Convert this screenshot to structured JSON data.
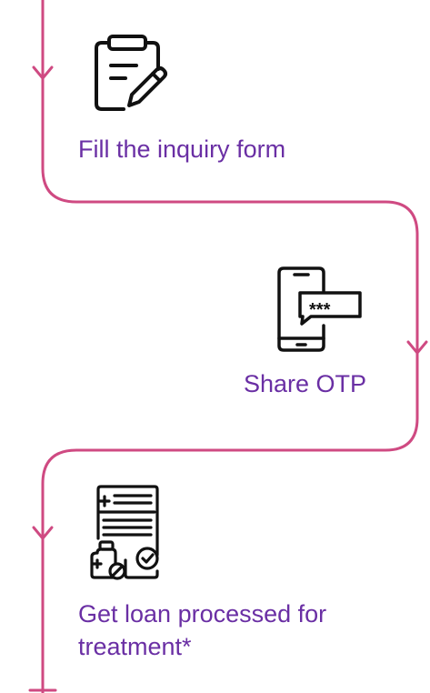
{
  "colors": {
    "path": "#cf4a82",
    "label": "#6a2fa4",
    "icon": "#111111"
  },
  "steps": [
    {
      "label": "Fill the inquiry form",
      "icon": "clipboard-pencil-icon"
    },
    {
      "label": "Share OTP",
      "icon": "phone-otp-icon"
    },
    {
      "label_line1": "Get loan processed for",
      "label_line2": "treatment*",
      "icon": "medical-report-icon"
    }
  ]
}
